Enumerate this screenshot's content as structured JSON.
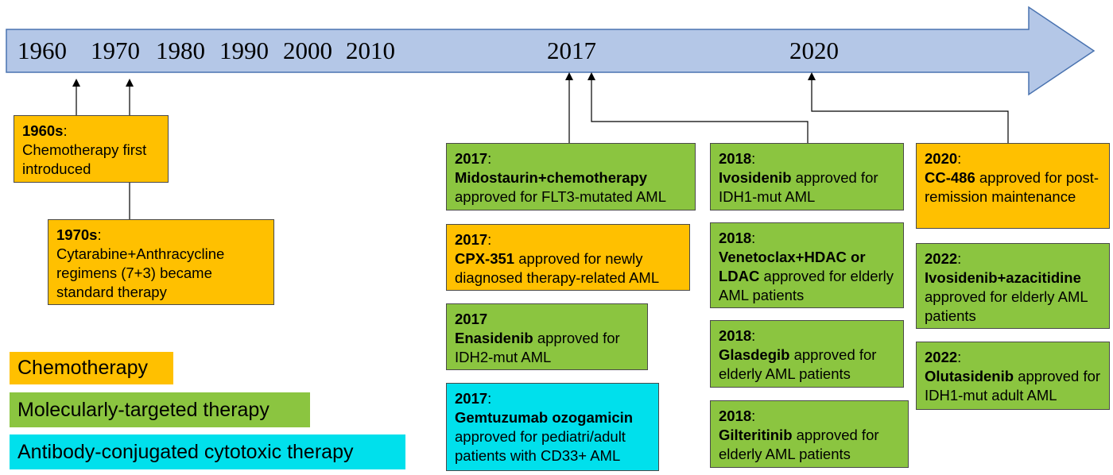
{
  "colors": {
    "chemotherapy": "#FFC000",
    "targeted": "#8BC540",
    "antibody": "#00E0EC",
    "arrow_fill": "#B4C7E7",
    "arrow_stroke": "#4A73B0"
  },
  "timeline": {
    "years": [
      "1960",
      "1970",
      "1980",
      "1990",
      "2000",
      "2010",
      "2017",
      "2020"
    ]
  },
  "events": {
    "e1960s": {
      "year": "1960s",
      "text": "Chemotherapy first introduced"
    },
    "e1970s": {
      "year": "1970s",
      "text": "Cytarabine+Anthracycline regimens (7+3) became standard therapy"
    },
    "midostaurin": {
      "year": "2017",
      "drug": "Midostaurin+chemotherapy",
      "text": "approved for FLT3-mutated AML"
    },
    "cpx351": {
      "year": "2017",
      "drug": "CPX-351",
      "text": "approved for newly diagnosed therapy-related AML"
    },
    "enasidenib": {
      "year": "2017",
      "drug": "Enasidenib",
      "text": "approved for IDH2-mut AML"
    },
    "gemtuzumab": {
      "year": "2017",
      "drug": "Gemtuzumab ozogamicin",
      "text": "approved for pediatri/adult patients with CD33+ AML"
    },
    "ivosidenib": {
      "year": "2018",
      "drug": "Ivosidenib",
      "text": "approved for IDH1-mut AML"
    },
    "venetoclax": {
      "year": "2018",
      "drug": "Venetoclax+HDAC or LDAC",
      "text": "approved for elderly AML patients"
    },
    "glasdegib": {
      "year": "2018",
      "drug": "Glasdegib",
      "text": "approved for elderly AML patients"
    },
    "gilteritinib": {
      "year": "2018",
      "drug": "Gilteritinib",
      "text": "approved for elderly AML patients"
    },
    "cc486": {
      "year": "2020",
      "drug": "CC-486",
      "text": "approved for post-remission maintenance"
    },
    "ivo_aza": {
      "year": "2022",
      "drug": "Ivosidenib+azacitidine",
      "text": "approved for elderly AML patients"
    },
    "olutasidenib": {
      "year": "2022",
      "drug": "Olutasidenib",
      "text": "approved for IDH1-mut adult AML"
    }
  },
  "legend": {
    "chemotherapy": "Chemotherapy",
    "targeted": "Molecularly-targeted therapy",
    "antibody": "Antibody-conjugated cytotoxic therapy"
  }
}
